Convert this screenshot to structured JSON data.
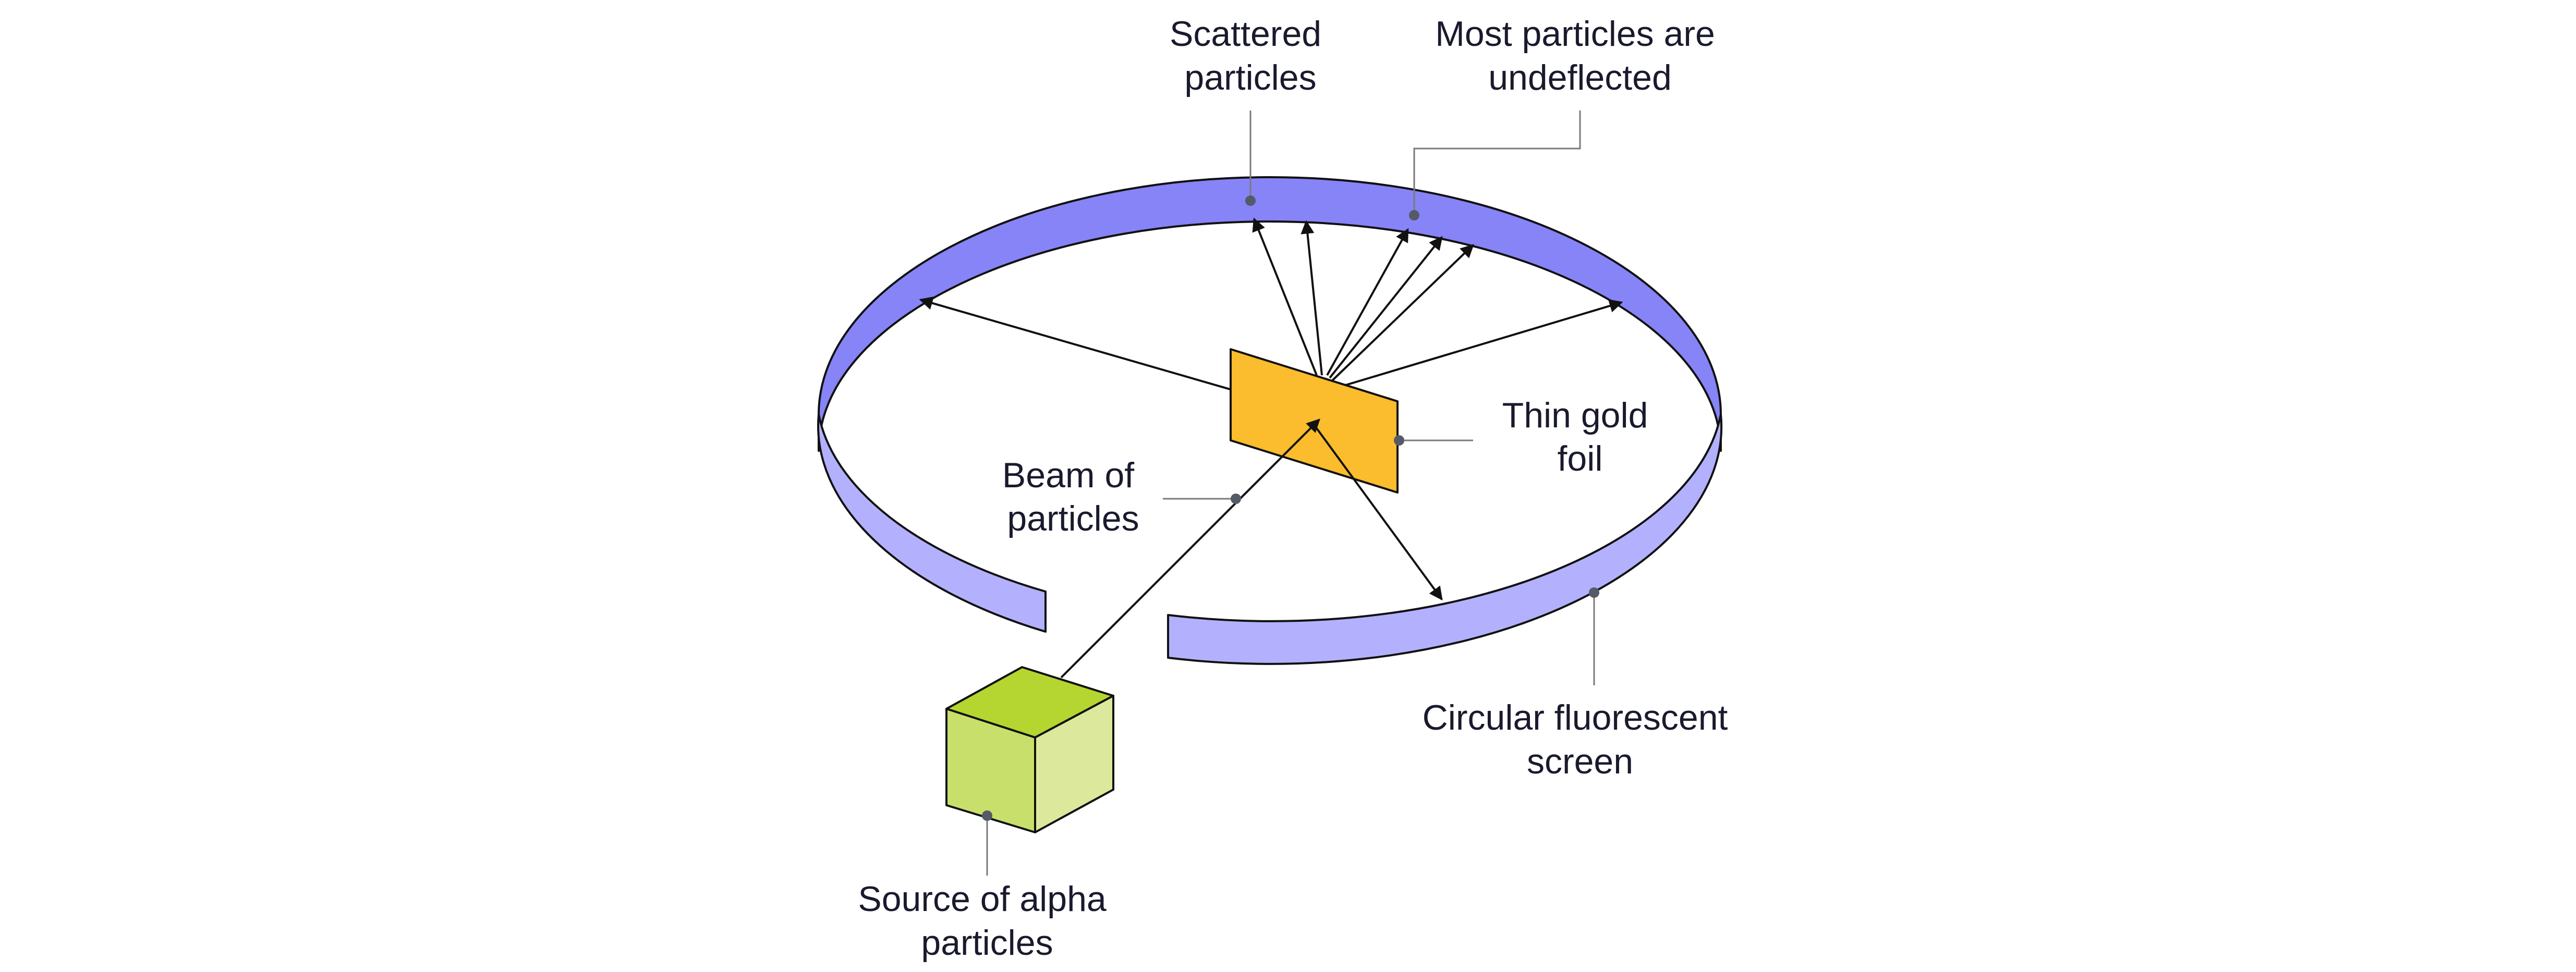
{
  "labels": {
    "scattered_line1": "Scattered",
    "scattered_line2": "particles",
    "undeflected_line1": "Most particles are",
    "undeflected_line2": "undeflected",
    "foil_line1": "Thin gold",
    "foil_line2": "foil",
    "beam_line1": "Beam of",
    "beam_line2": "particles",
    "screen_line1": "Circular fluorescent",
    "screen_line2": "screen",
    "source_line1": "Source of alpha",
    "source_line2": "particles"
  },
  "colors": {
    "screen_inner": "#8684f7",
    "screen_outer": "#b3b1fd",
    "foil": "#fbbc2d",
    "cube_top": "#b5d531",
    "cube_front": "#c8e06b",
    "cube_side": "#dce99c",
    "leader": "#7a7a7a",
    "text": "#1a1a2e"
  }
}
